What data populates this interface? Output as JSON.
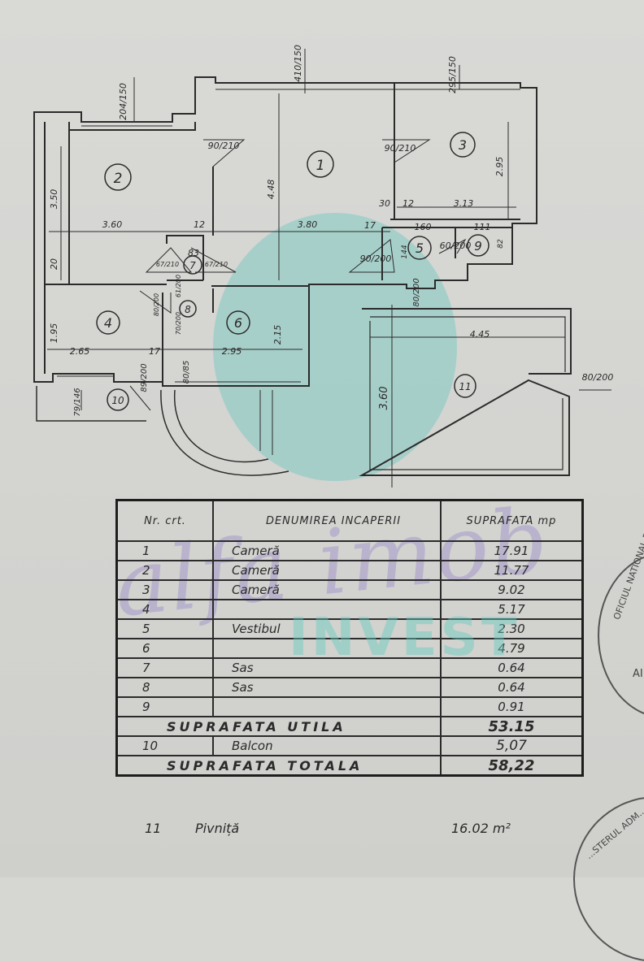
{
  "floor_plan": {
    "rooms": [
      {
        "id": "1",
        "label": "1"
      },
      {
        "id": "2",
        "label": "2"
      },
      {
        "id": "3",
        "label": "3"
      },
      {
        "id": "4",
        "label": "4"
      },
      {
        "id": "5",
        "label": "5"
      },
      {
        "id": "6",
        "label": "6"
      },
      {
        "id": "7",
        "label": "7"
      },
      {
        "id": "8",
        "label": "8"
      },
      {
        "id": "9",
        "label": "9"
      },
      {
        "id": "10",
        "label": "10"
      },
      {
        "id": "11",
        "label": "11"
      }
    ],
    "dimensions": {
      "window_room2": "204/150",
      "window_room1": "410/150",
      "window_room3": "295/150",
      "door_room2": "90/210",
      "door_room3": "90/210",
      "room2_height": "3.50",
      "room2_width": "3.60",
      "room1_height": "4.48",
      "room1_width": "3.80",
      "room3_height": "2.95",
      "room3_width": "3.13",
      "wall_12_a": "12",
      "wall_12_b": "12",
      "wall_30": "30",
      "wall_17_a": "17",
      "wall_17_b": "17",
      "wall_20": "20",
      "vestibul_width": "160",
      "room9_width": "111",
      "room9_height": "82",
      "vestibul_height": "144",
      "door_room5": "90/200",
      "door_room9": "60/200",
      "door_room5_bottom": "80/200",
      "room7_width": "83",
      "door_room7_left": "67/210",
      "door_room7_right": "67/210",
      "door_room8_top": "61/200",
      "door_room8_left": "80/200",
      "door_room8_bottom": "70/200",
      "room4_height": "1.95",
      "room4_width": "2.65",
      "room6_width": "2.95",
      "room6_height": "2.15",
      "door_room10": "89/200",
      "window_room10": "79/146",
      "window_room6": "80/85",
      "room11_width": "4.45",
      "room11_height": "3.60",
      "door_room11": "80/200"
    }
  },
  "table": {
    "header": {
      "nr": "Nr. crt.",
      "name": "DENUMIREA INCAPERII",
      "area": "SUPRAFATA mp"
    },
    "rows": [
      {
        "nr": "1",
        "name": "Cameră",
        "area": "17.91"
      },
      {
        "nr": "2",
        "name": "Cameră",
        "area": "11.77"
      },
      {
        "nr": "3",
        "name": "Cameră",
        "area": "9.02"
      },
      {
        "nr": "4",
        "name": "",
        "area": "5.17"
      },
      {
        "nr": "5",
        "name": "Vestibul",
        "area": "2.30"
      },
      {
        "nr": "6",
        "name": "",
        "area": "4.79"
      },
      {
        "nr": "7",
        "name": "Sas",
        "area": "0.64"
      },
      {
        "nr": "8",
        "name": "Sas",
        "area": "0.64"
      },
      {
        "nr": "9",
        "name": "",
        "area": "0.91"
      }
    ],
    "useful_area": {
      "label": "SUPRAFATA UTILA",
      "value": "53.15"
    },
    "balcony": {
      "nr": "10",
      "name": "Balcon",
      "area": "5,07"
    },
    "total_area": {
      "label": "SUPRAFATA TOTALA",
      "value": "58,22"
    }
  },
  "cellar": {
    "nr": "11",
    "name": "Pivniță",
    "area": "16.02 m²"
  },
  "watermark": {
    "script": "alfa imob",
    "text": "INVEST"
  },
  "stamps": {
    "top": {
      "text": "OFICIUL NATIONAL DE C...",
      "inner": "AI"
    },
    "bottom": {
      "text": "...STERUL ADM... GEODEZIE"
    }
  }
}
